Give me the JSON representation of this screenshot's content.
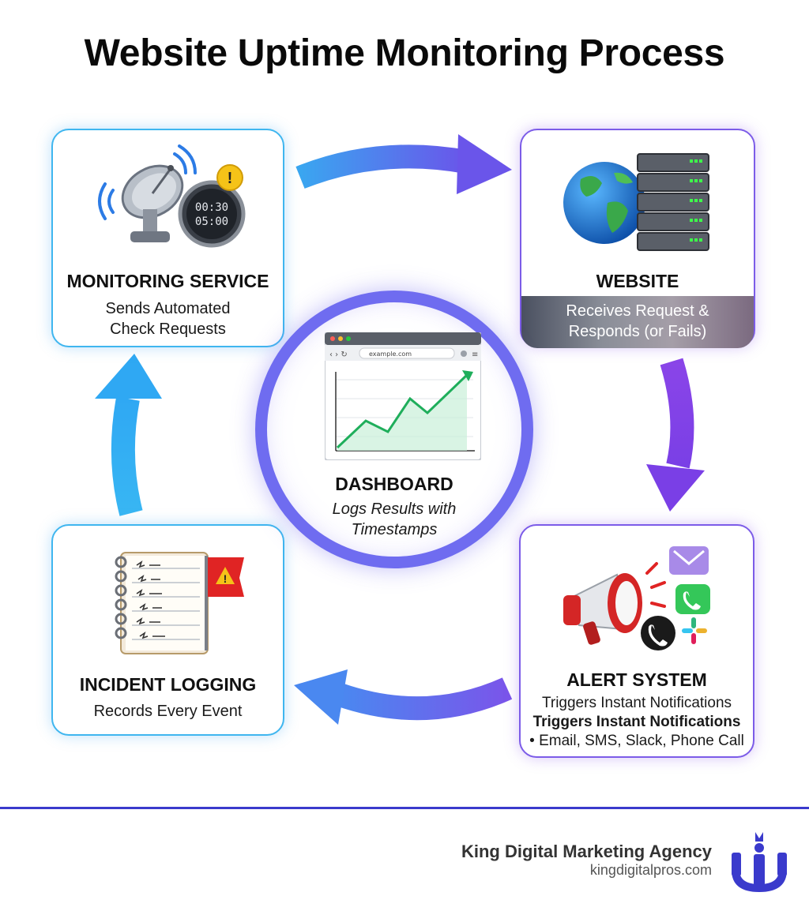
{
  "title": "Website Uptime Monitoring Process",
  "nodes": {
    "monitoring": {
      "title": "MONITORING SERVICE",
      "desc_line1": "Sends Automated",
      "desc_line2": "Check Requests",
      "timer_line1": "00:30",
      "timer_line2": "05:00"
    },
    "website": {
      "title": "WEBSITE",
      "desc_line1": "Receives Request &",
      "desc_line2": "Responds (or Fails)"
    },
    "alert": {
      "title": "ALERT SYSTEM",
      "desc_line1": "Triggers Instant Notifications",
      "desc_line2": "Triggers Instant Notifications",
      "desc_line3": "• Email, SMS, Slack, Phone Call"
    },
    "incident": {
      "title": "INCIDENT LOGGING",
      "desc_line1": "Records Every Event"
    },
    "dashboard": {
      "title": "DASHBOARD",
      "desc_line1": "Logs Results with",
      "desc_line2": "Timestamps",
      "url": "example.com"
    }
  },
  "colors": {
    "blue": "#3fb6ef",
    "purple": "#7c5ce8",
    "ring": "#6f6cf0",
    "divider": "#3a3acc"
  },
  "footer": {
    "agency_name": "King Digital Marketing Agency",
    "agency_url": "kingdigitalpros.com"
  }
}
